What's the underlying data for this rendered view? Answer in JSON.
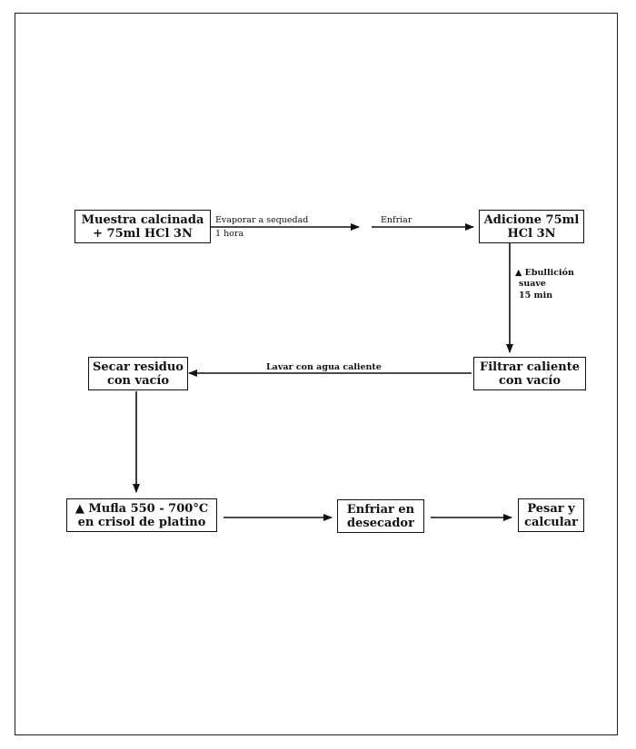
{
  "boxes": {
    "muestra": [
      "Muestra calcinada",
      "+ 75ml HCl 3N"
    ],
    "adicione": [
      "Adicione 75ml",
      "HCl 3N"
    ],
    "filtrar": [
      "Filtrar caliente",
      "con vacío"
    ],
    "secar": [
      "Secar residuo",
      "con vacío"
    ],
    "mufla": [
      "▲ Mufla 550 - 700°C",
      "en crisol de platino"
    ],
    "enfriar_desecador": [
      "Enfriar en",
      "desecador"
    ],
    "pesar": [
      "Pesar y",
      "calcular"
    ]
  },
  "labels": {
    "evaporar": "Evaporar a sequedad",
    "hora": "1 hora",
    "enfriar": "Enfriar",
    "ebullicion_1": "▲ Ebullición",
    "ebullicion_2": "suave",
    "ebullicion_3": "15 min",
    "lavar": "Lavar con agua caliente"
  }
}
